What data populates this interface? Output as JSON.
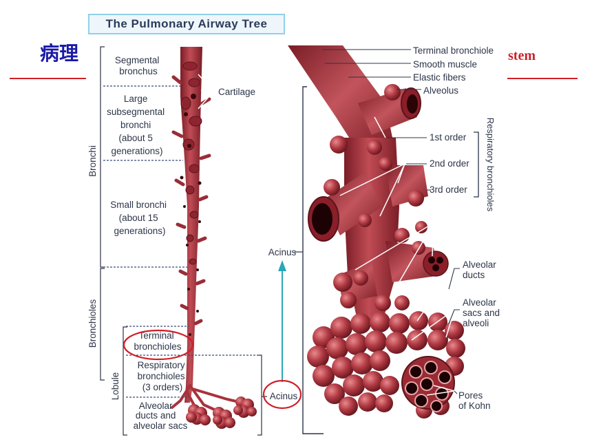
{
  "slide": {
    "title": "病理",
    "title_tail": "stem"
  },
  "figure": {
    "title": "The Pulmonary Airway Tree",
    "left": {
      "segmental": [
        "Segmental",
        "bronchus"
      ],
      "large_subsegmental": [
        "Large",
        "subsegmental",
        "bronchi",
        "(about 5",
        "generations)"
      ],
      "small_bronchi": [
        "Small bronchi",
        "(about 15",
        "generations)"
      ],
      "terminal_bronchioles": [
        "Terminal",
        "bronchioles"
      ],
      "respiratory_bronchioles": [
        "Respiratory",
        "bronchioles",
        "(3 orders)"
      ],
      "alveolar": [
        "Alveolar",
        "ducts and",
        "alveolar sacs"
      ],
      "cartilage": "Cartilage",
      "bronchi": "Bronchi",
      "bronchioles": "Bronchioles",
      "lobule": "Lobule",
      "acinus_bottom": "Acinus",
      "acinus_mid": "Acinus"
    },
    "right": {
      "terminal_bronchiole": "Terminal bronchiole",
      "smooth_muscle": "Smooth muscle",
      "elastic_fibers": "Elastic fibers",
      "alveolus": "Alveolus",
      "first_order": "1st order",
      "second_order": "2nd order",
      "third_order": "3rd order",
      "respiratory_bronchioles_vertical": "Respiratory bronchioles",
      "alveolar_ducts": [
        "Alveolar",
        "ducts"
      ],
      "alveolar_sacs": [
        "Alveolar",
        "sacs and",
        "alveoli"
      ],
      "pores": [
        "Pores",
        "of Kohn"
      ]
    }
  },
  "colors": {
    "title_blue": "#1a1aa8",
    "accent_red": "#d01f26",
    "tissue": "#a8323c",
    "tissue_dark": "#6e1a22",
    "tissue_light": "#cf6a6f",
    "arrow_teal": "#2aa7b8"
  }
}
